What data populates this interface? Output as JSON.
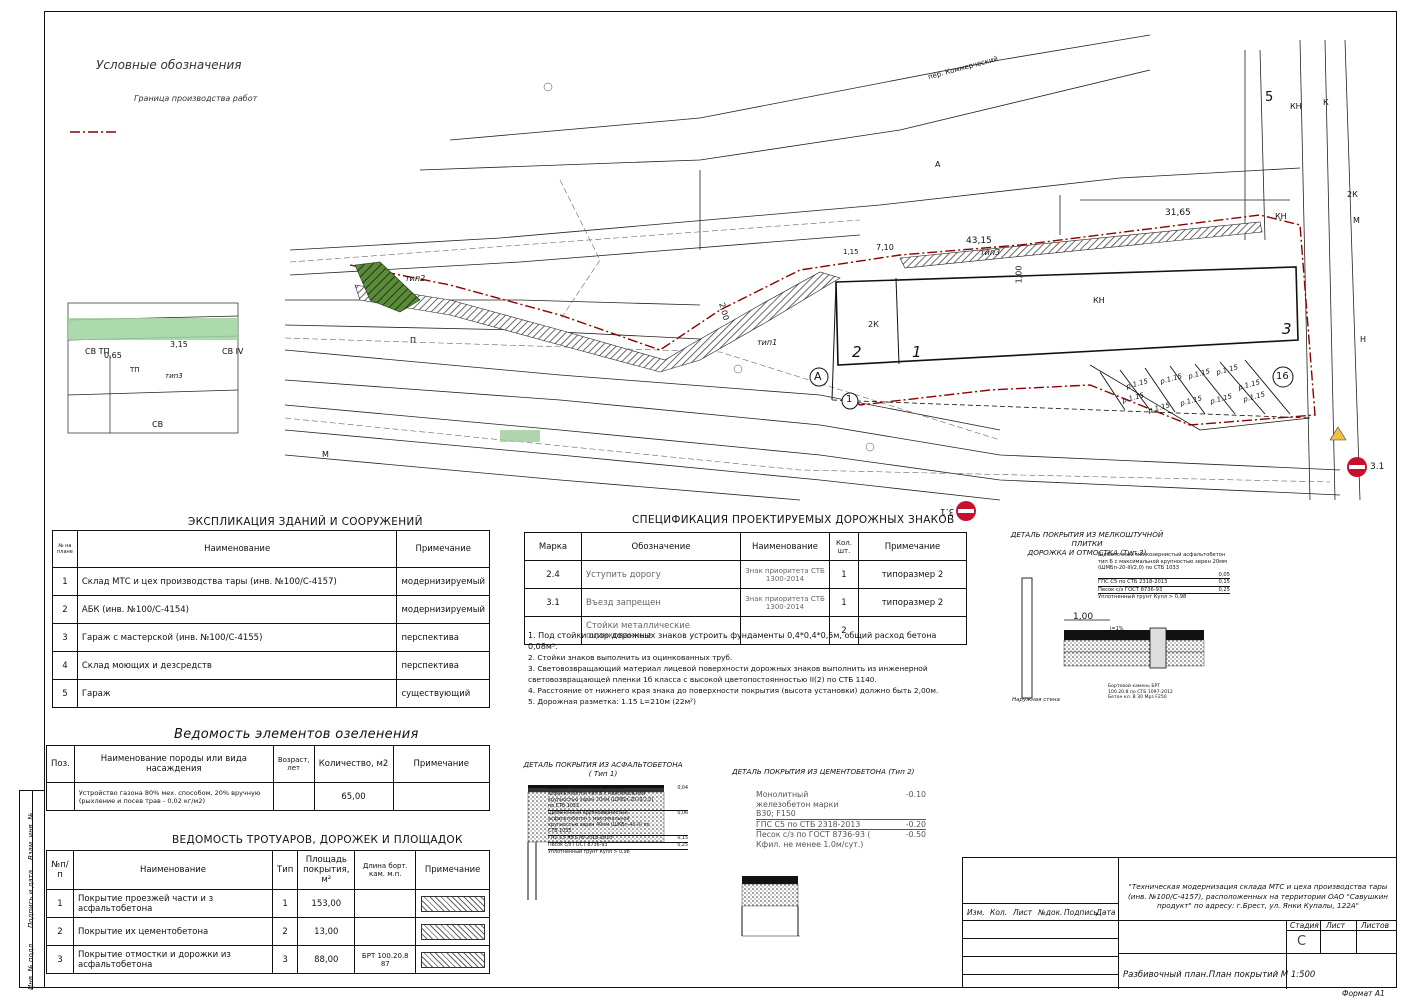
{
  "legend": {
    "title": "Условные обозначения",
    "boundary": "Граница производства работ"
  },
  "plan_labels": {
    "building_kn": "КН",
    "building_2k": "2К",
    "axis_a": "А",
    "axis_1": "1",
    "axis_2": "2",
    "axis_3": "3",
    "axis_16": "16",
    "axis_1_circle": "1",
    "dim_3165": "31,65",
    "dim_4315": "43,15",
    "dim_710": "7,10",
    "dim_200": "2,00",
    "dim_100": "1,00",
    "dim_315": "3,15",
    "dim_115": "1,15",
    "type2": "тип2",
    "type1": "тип1",
    "type3": "тип3",
    "street": "пер. Коммерческий",
    "sign_31": "3.1",
    "zone_5": "5",
    "zone_k": "К",
    "zone_m": "М",
    "zone_2k": "2К",
    "zone_kn": "КН",
    "zone_p": "П",
    "zone_a": "А",
    "zone_n": "Н",
    "inset_cb_tp": "СВ ТП",
    "inset_cb_iv": "СВ IV",
    "inset_tp1": "ТП",
    "inset_cb": "СВ",
    "inset_dim": "3,15",
    "inset_dim2": "0,65",
    "park_1": "p.1.15",
    "park_2": "p.1.15",
    "park_3": "p.1.15",
    "park_4": "p.1.15",
    "park_5": "p.1.15",
    "park_6": "p.1.15",
    "park_7": "p.1.15",
    "park_8": "p.1.15",
    "park_9": "p.1.15",
    "park_10": "p.1.15"
  },
  "explication": {
    "title": "ЭКСПЛИКАЦИЯ ЗДАНИЙ И СООРУЖЕНИЙ",
    "col_no": "№ на плане",
    "col_name": "Наименование",
    "col_note": "Примечание",
    "rows": [
      {
        "no": "1",
        "name": "Склад МТС и цех производства тары (инв. №100/С-4157)",
        "note": "модернизируемый"
      },
      {
        "no": "2",
        "name": "АБК (инв. №100/С-4154)",
        "note": "модернизируемый"
      },
      {
        "no": "3",
        "name": "Гараж с мастерской (инв. №100/С-4155)",
        "note": "перспектива"
      },
      {
        "no": "4",
        "name": "Склад моющих и дезсредств",
        "note": "перспектива"
      },
      {
        "no": "5",
        "name": "Гараж",
        "note": "существующий"
      }
    ]
  },
  "greening": {
    "title": "Ведомость элементов озеленения",
    "col_pos": "Поз.",
    "col_name": "Наименование породы или вида насаждения",
    "col_age": "Возраст, лет",
    "col_qty": "Количество, м2",
    "col_note": "Примечание",
    "row_name": "Устройство газона 80% мех. способом, 20% вручную (рыхление и посев трав - 0,02 кг/м2)",
    "row_qty": "65,00"
  },
  "paving": {
    "title": "ВЕДОМОСТЬ ТРОТУАРОВ, ДОРОЖЕК И ПЛОЩАДОК",
    "col_no": "№п/п",
    "col_name": "Наименование",
    "col_type": "Тип",
    "col_area": "Площадь покрытия, м²",
    "col_curb": "Длина борт. кам. м.п.",
    "col_note": "Примечание",
    "rows": [
      {
        "no": "1",
        "name": "Покрытие проезжей части и з асфальтобетона",
        "type": "1",
        "area": "153,00",
        "curb": ""
      },
      {
        "no": "2",
        "name": "Покрытие их цементобетона",
        "type": "2",
        "area": "13,00",
        "curb": ""
      },
      {
        "no": "3",
        "name": "Покрытие отмостки и дорожки из асфальтобетона",
        "type": "3",
        "area": "88,00",
        "curb": "БРТ 100.20.8 87"
      }
    ]
  },
  "signs": {
    "title": "СПЕЦИФИКАЦИЯ ПРОЕКТИРУЕМЫХ ДОРОЖНЫХ ЗНАКОВ",
    "col_mark": "Марка",
    "col_desig": "Обозначение",
    "col_name": "Наименование",
    "col_qty": "Кол. шт.",
    "col_note": "Примечание",
    "rows": [
      {
        "mark": "2.4",
        "desig": "Уступить дорогу",
        "name": "Знак приоритета СТБ 1300-2014",
        "qty": "1",
        "note": "типоразмер 2"
      },
      {
        "mark": "3.1",
        "desig": "Въезд запрещен",
        "name": "Знак приоритета СТБ 1300-2014",
        "qty": "1",
        "note": "типоразмер 2"
      },
      {
        "mark": "",
        "desig": "Стойки металлические оцинкованные",
        "name": "",
        "qty": "2",
        "note": ""
      }
    ],
    "notes": [
      "1. Под стойки опор дорожных знаков устроить фундаменты 0,4*0,4*0,5м, общий расход бетона 0,08м³.",
      "2. Стойки знаков выполнить из оцинкованных труб.",
      "3. Световозвращающий материал лицевой поверхности дорожных знаков выполнить из инженерной световозвращающей пленки 1б класса с высокой цветопостоянностью II(2) по СТБ 1140.",
      "4. Расстояние от нижнего края знака до поверхности покрытия (высота установки) должно быть 2,00м.",
      "5. Дорожная разметка: 1.15 L=210м (22м²)"
    ]
  },
  "detail3": {
    "title1": "ДЕТАЛЬ ПОКРЫТИЯ ИЗ МЕЛКОШТУЧНОЙ ПЛИТКИ",
    "title2": "ДОРОЖКА И ОТМОСТКА (Тип 3)",
    "l1": "Щебеночный мелкозернистый асфальтобетон тип Б с максимальной крупностью зерен 20мм (ШМБп-20-III/2,0) по СТБ 1033",
    "v1": "0,05",
    "l2": "ГПС С5 по СТБ 2318-2013",
    "v2": "0,15",
    "l3": "Песок с/з ГОСТ 8736-93",
    "v3": "0,25",
    "l4": "Уплотненный грунт Купл > 0,98",
    "dim": "1,00",
    "slope": "i=1%",
    "wall": "Наружная стена",
    "curb": "Бортовой камень БРТ 100.20.8 по СТБ 1097-2012 Бетон кл. В 30 Мрз F250"
  },
  "detail1": {
    "title1": "ДЕТАЛЬ ПОКРЫТИЯ ИЗ АСФАЛЬТОБЕТОНА",
    "title2": "( Тип 1)",
    "l1": "Щебеночный мелкозернистый асфальтобетон тип Б с максимальной крупностью зерен 20мм (ШМБп-20-III/2,0) по СТБ 1033",
    "v1": "0,04",
    "l2": "Щебеночный крупнозернистый асфальтобетон с максимальной крупностью зерен 40мм (ШКБп-40-II) по СТБ 1033",
    "v2": "0,06",
    "l3": "ГПС С5 по СТБ 2318-2013",
    "v3": "0,15",
    "l4": "Песок с/з ГОСТ 8736-93",
    "v4": "0,25",
    "l5": "Уплотненный грунт Купл > 0,98"
  },
  "detail2": {
    "title": "ДЕТАЛЬ ПОКРЫТИЯ ИЗ ЦЕМЕНТОБЕТОНА (Тип 2)",
    "l1": "Монолитный железобетон марки В30; F150",
    "v1": "-0.10",
    "l2": "ГПС С5 по СТБ 2318-2013",
    "v2": "-0.20",
    "l3": "Песок с/з по ГОСТ 8736-93 ( Кфил. не менее 1.0м/сут.)",
    "v3": "-0.50"
  },
  "stamp": {
    "project": "\"Техническая модернизация склада МТС и цеха производства тары (инв. №100/С-4157), расположенных на территории ОАО \"Савушкин продукт\" по адресу: г.Брест, ул. Янки Купалы, 122А\"",
    "sheet_title": "Разбивочный план.План покрытий М 1:500",
    "stage_h": "Стадия",
    "sheet_h": "Лист",
    "sheets_h": "Листов",
    "stage": "С",
    "cols": [
      "Изм.",
      "Кол.",
      "Лист",
      "№док.",
      "Подпись",
      "Дата"
    ],
    "format": "Формат А1",
    "side_labels": [
      "Инв. № подл.",
      "Подпись и дата",
      "Взам. инв. №"
    ]
  }
}
